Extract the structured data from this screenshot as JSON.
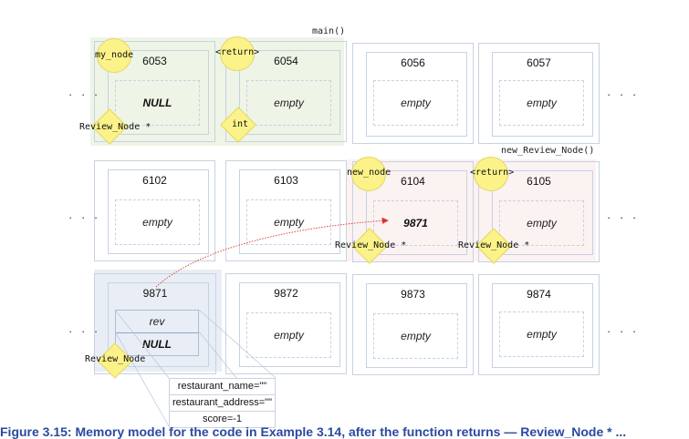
{
  "frames": {
    "main": {
      "label": "main()"
    },
    "new_review_node": {
      "label": "new_Review_Node()"
    }
  },
  "ellipsis": "· · ·",
  "rows": [
    {
      "cells": [
        {
          "address": "6053",
          "value": "NULL"
        },
        {
          "address": "6054",
          "value": "empty"
        },
        {
          "address": "6056",
          "value": "empty"
        },
        {
          "address": "6057",
          "value": "empty"
        }
      ]
    },
    {
      "cells": [
        {
          "address": "6102",
          "value": "empty"
        },
        {
          "address": "6103",
          "value": "empty"
        },
        {
          "address": "6104",
          "value": "9871"
        },
        {
          "address": "6105",
          "value": "empty"
        }
      ]
    },
    {
      "cells": [
        {
          "address": "9871",
          "value": ""
        },
        {
          "address": "9872",
          "value": "empty"
        },
        {
          "address": "9873",
          "value": "empty"
        },
        {
          "address": "9874",
          "value": "empty"
        }
      ]
    }
  ],
  "variables": [
    {
      "name": "my_node",
      "type": "Review_Node *"
    },
    {
      "name": "<return>",
      "type": "int"
    },
    {
      "name": "new_node",
      "type": "Review_Node *"
    },
    {
      "name": "<return>",
      "type": "Review_Node *"
    },
    {
      "name": "",
      "type": "Review_Node"
    }
  ],
  "heap_node": {
    "fields": [
      "rev",
      "NULL"
    ],
    "rev_struct": [
      "restaurant_name=\"\"",
      "restaurant_address=\"\"",
      "score=-1"
    ]
  },
  "pointer": {
    "from": "6104",
    "to": "9871"
  },
  "colors": {
    "main_frame": "#eef4e6",
    "new_frame": "#fbf2f2",
    "heap_frame": "#e9eef6",
    "variable": "#fbf28a",
    "pointer_arrow": "#e03030"
  },
  "caption": "Figure 3.15: Memory model for the code in Example 3.14, after the function returns — Review_Node * ..."
}
